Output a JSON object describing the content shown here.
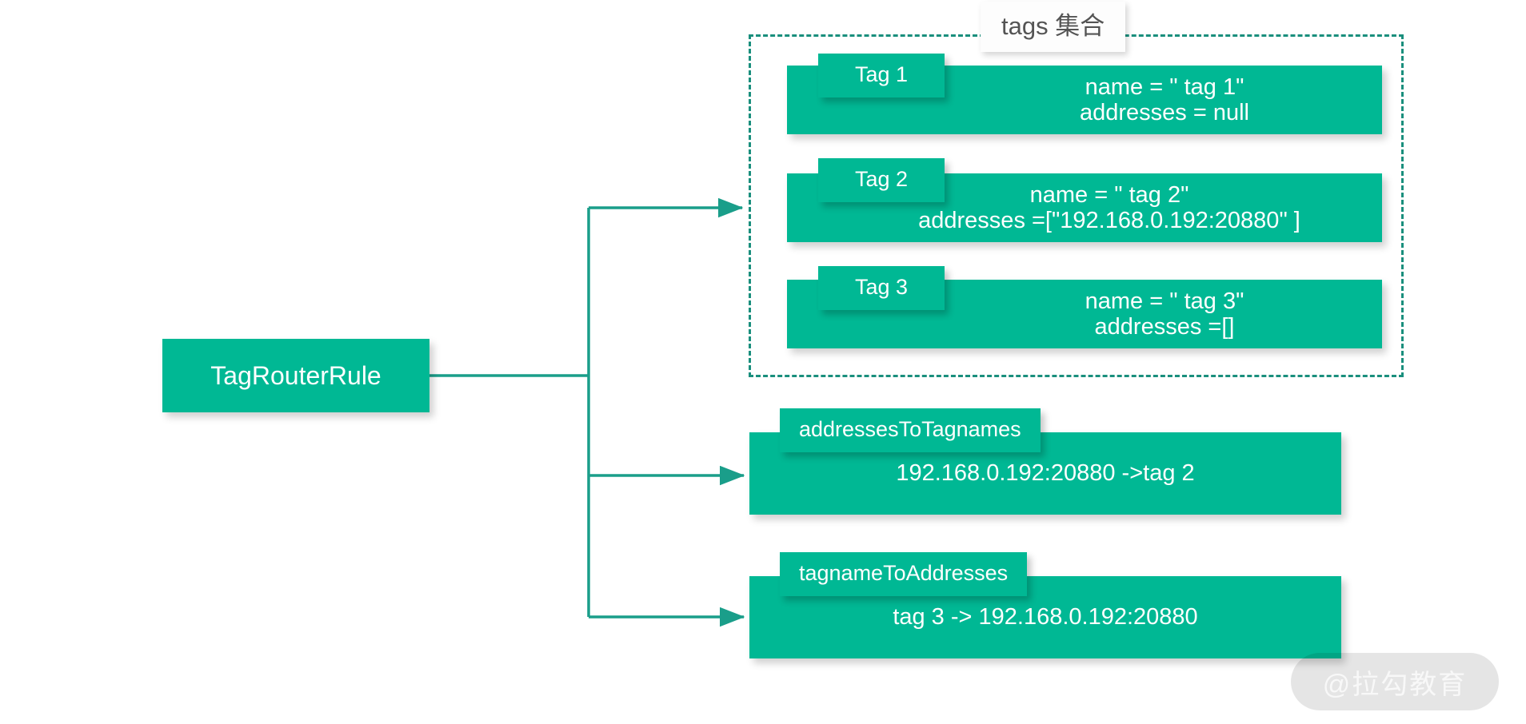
{
  "theme": {
    "accent": "#00b894",
    "dashed_border": "#1a8f7d",
    "connector": "#1a9e8a",
    "background": "#ffffff",
    "block_text": "#ffffff",
    "group_label_text": "#545454"
  },
  "root": {
    "label": "TagRouterRule"
  },
  "tags_group": {
    "label": "tags 集合",
    "tags": [
      {
        "caption": "Tag 1",
        "line1": "name = \" tag 1\"",
        "line2": "addresses = null"
      },
      {
        "caption": "Tag 2",
        "line1": "name = \" tag 2\"",
        "line2": "addresses =[\"192.168.0.192:20880\" ]"
      },
      {
        "caption": "Tag 3",
        "line1": "name = \" tag 3\"",
        "line2": "addresses =[]"
      }
    ]
  },
  "maps": [
    {
      "caption": "addressesToTagnames",
      "entry": "192.168.0.192:20880 ->tag 2"
    },
    {
      "caption": "tagnameToAddresses",
      "entry": "tag 3 -> 192.168.0.192:20880"
    }
  ],
  "watermark": {
    "text": "@拉勾教育"
  }
}
